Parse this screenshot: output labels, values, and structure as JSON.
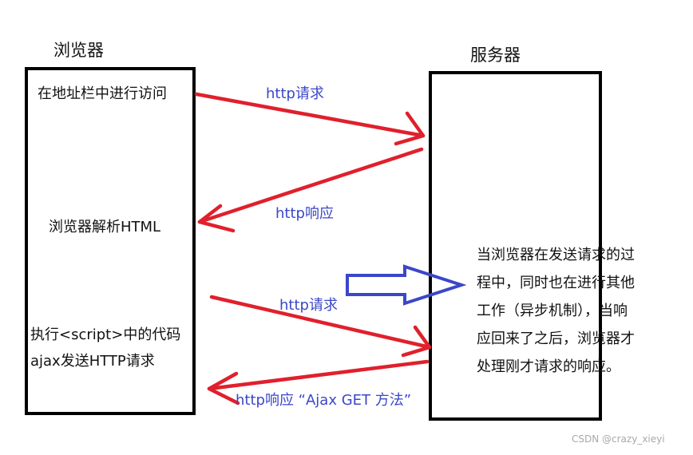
{
  "browser": {
    "title": "浏览器",
    "step1": "在地址栏中进行访问",
    "step2": "浏览器解析HTML",
    "step3_line1": "执行<script>中的代码",
    "step3_line2": "ajax发送HTTP请求"
  },
  "server": {
    "title": "服务器",
    "note_lines": [
      "当浏览器在发送请求的过",
      "程中，同时也在进行其他",
      "工作（异步机制），当响",
      "应回来了之后，浏览器才",
      "处理刚才请求的响应。"
    ]
  },
  "arrows": {
    "request1": "http请求",
    "response1": "http响应",
    "request2": "http请求",
    "response2": "http响应  “Ajax GET 方法”"
  },
  "colors": {
    "arrow": "#e0202c",
    "label": "#3b47c8",
    "block_arrow": "#3b47c8"
  },
  "watermark": "CSDN @crazy_xieyi"
}
